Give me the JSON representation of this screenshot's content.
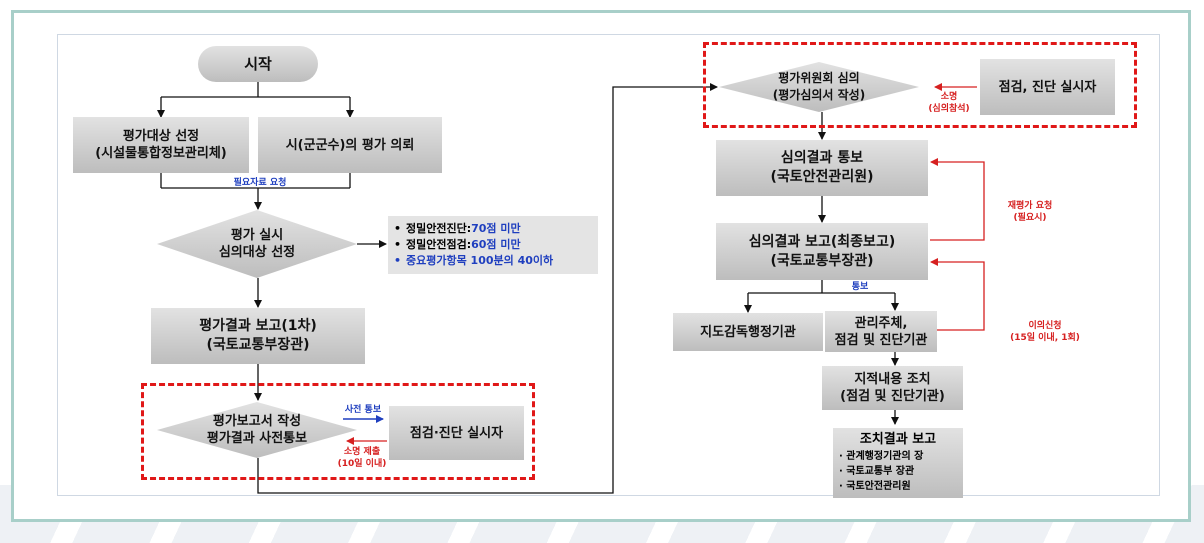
{
  "start": "시작",
  "select_target": [
    "평가대상 선정",
    "(시설물통합정보관리체)"
  ],
  "request_eval": "시(군군수)의 평가 의뢰",
  "request_docs": "필요자료 요청",
  "eval_diamond": [
    "평가 실시",
    "심의대상 선정"
  ],
  "criteria": [
    {
      "prefix": "정밀안전진단: ",
      "value": "70점 미만",
      "bullet_color": "#111111"
    },
    {
      "prefix": "정밀안전점검: ",
      "value": "60점 미만",
      "bullet_color": "#111111"
    },
    {
      "prefix": "",
      "value": "중요평가항목 100분의 40이하",
      "bullet_color": "#1f3fbf"
    }
  ],
  "report_first": [
    "평가결과 보고(1차)",
    "(국토교통부장관)"
  ],
  "report_write": [
    "평가보고서 작성",
    "평가결과 사전통보"
  ],
  "pre_notice": "사전 통보",
  "submit_explain": [
    "소명 제출",
    "(10일 이내)"
  ],
  "inspector_left": "점검·진단 실시자",
  "committee": [
    "평가위원회 심의",
    "(평가심의서 작성)"
  ],
  "explain_attend": [
    "소명",
    "(심의참석)"
  ],
  "inspector_right": "점검, 진단 실시자",
  "result_notice": [
    "심의결과 통보",
    "(국토안전관리원)"
  ],
  "reeval": [
    "재평가 요청",
    "(필요시)"
  ],
  "final_report": [
    "심의결과 보고(최종보고)",
    "(국토교통부장관)"
  ],
  "notify": "통보",
  "supervisor": "지도감독행정기관",
  "manager": [
    "관리주체,",
    "점검 및 진단기관"
  ],
  "objection": [
    "이의신청",
    "(15일 이내, 1회)"
  ],
  "action": [
    "지적내용 조치",
    "(점검 및 진단기관)"
  ],
  "action_report": {
    "title": "조치결과 보고",
    "items": [
      "· 관계행정기관의 장",
      "· 국토교통부 장관",
      "· 국토안전관리원"
    ]
  },
  "colors": {
    "red": "#d62020",
    "blue": "#1f3fbf",
    "box": "#cfcfcf"
  }
}
